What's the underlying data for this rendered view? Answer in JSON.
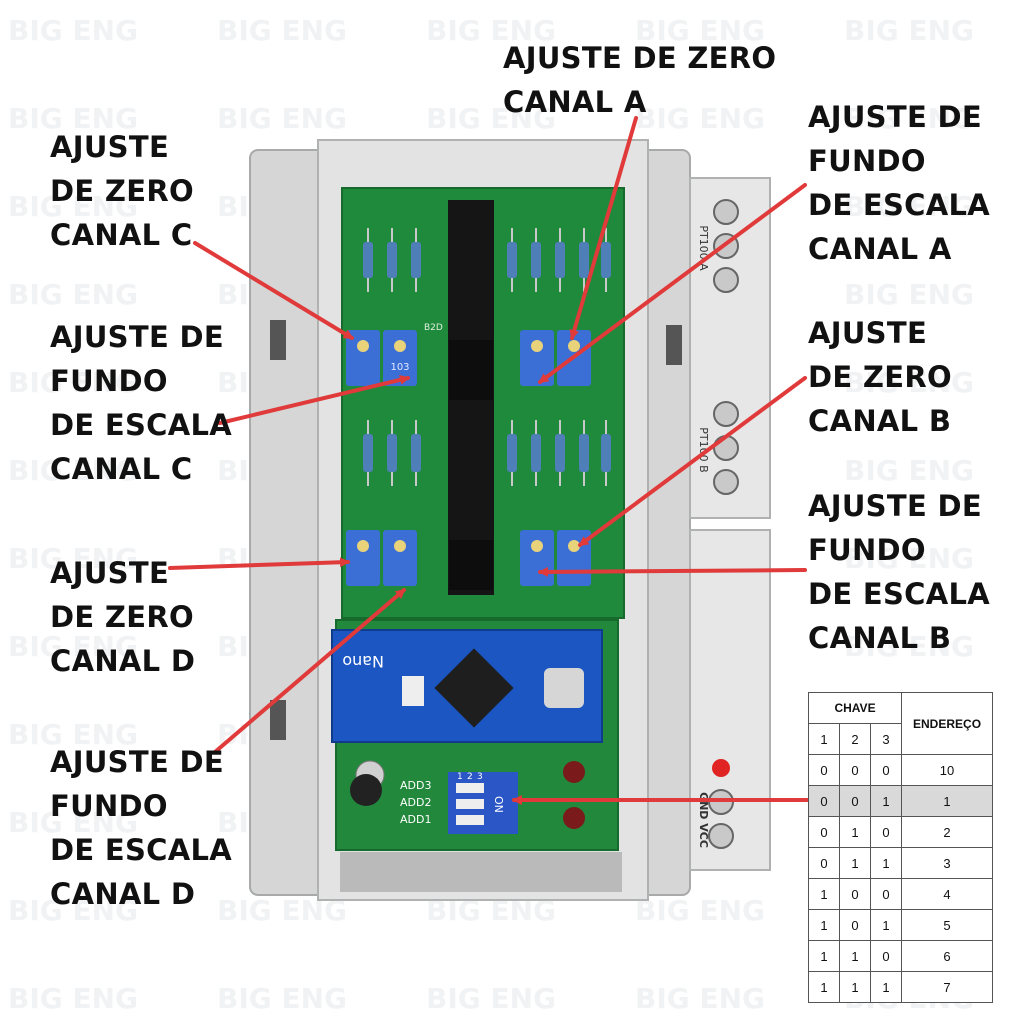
{
  "labels": {
    "zero_a": [
      "AJUSTE DE ZERO",
      "CANAL A"
    ],
    "fundo_a": [
      "AJUSTE DE",
      "FUNDO",
      "DE ESCALA",
      "CANAL A"
    ],
    "zero_c": [
      "AJUSTE",
      "DE ZERO",
      "CANAL C"
    ],
    "fundo_c": [
      "AJUSTE DE",
      "FUNDO",
      "DE ESCALA",
      "CANAL C"
    ],
    "zero_b": [
      "AJUSTE",
      "DE ZERO",
      "CANAL B"
    ],
    "fundo_b": [
      "AJUSTE DE",
      "FUNDO",
      "DE ESCALA",
      "CANAL B"
    ],
    "zero_d": [
      "AJUSTE",
      "DE ZERO",
      "CANAL D"
    ],
    "fundo_d": [
      "AJUSTE DE",
      "FUNDO",
      "DE ESCALA",
      "CANAL D"
    ]
  },
  "watermark": {
    "text_left": "BIG",
    "text_right": "ENG"
  },
  "board": {
    "connector_a": "PT100 A",
    "connector_b": "PT100 B",
    "power_label": "GND VCC",
    "nano_label": "Nano",
    "dip_on": "ON",
    "dip_numbers": [
      "1",
      "2",
      "3"
    ],
    "addr_labels": [
      "ADD3",
      "ADD2",
      "ADD1"
    ],
    "trimmer_text": "103",
    "chip_label": "B2D"
  },
  "table": {
    "header_switch": "CHAVE",
    "header_address": "ENDEREÇO",
    "switch_numbers": [
      "1",
      "2",
      "3"
    ],
    "rows": [
      {
        "s1": "0",
        "s2": "0",
        "s3": "0",
        "addr": "10"
      },
      {
        "s1": "0",
        "s2": "0",
        "s3": "1",
        "addr": "1"
      },
      {
        "s1": "0",
        "s2": "1",
        "s3": "0",
        "addr": "2"
      },
      {
        "s1": "0",
        "s2": "1",
        "s3": "1",
        "addr": "3"
      },
      {
        "s1": "1",
        "s2": "0",
        "s3": "0",
        "addr": "4"
      },
      {
        "s1": "1",
        "s2": "0",
        "s3": "1",
        "addr": "5"
      },
      {
        "s1": "1",
        "s2": "1",
        "s3": "0",
        "addr": "6"
      },
      {
        "s1": "1",
        "s2": "1",
        "s3": "1",
        "addr": "7"
      }
    ],
    "highlight_row": 1
  },
  "colors": {
    "arrow": "#e03a3a",
    "pcb": "#1f8a3c",
    "housing": "#d9dad9",
    "trimmer": "#3b6fd6",
    "nano": "#1b56c2"
  }
}
